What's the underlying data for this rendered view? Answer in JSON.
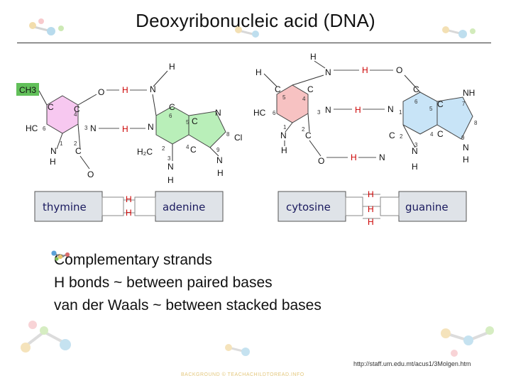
{
  "title": "Deoxyribonucleic acid (DNA)",
  "colors": {
    "thymine_ring": "#f7c8f0",
    "adenine_ring": "#b9efb9",
    "cytosine_ring": "#f7c2c2",
    "guanine_ring": "#c8e4f7",
    "bond_text": "#cc0000",
    "ch3_box": "#62c05a",
    "key_box": "#dfe3e8"
  },
  "molecules": {
    "ch3": "CH3",
    "labels": {
      "H": "H",
      "C": "C",
      "N": "N",
      "O": "O",
      "Cl": "Cl",
      "HC": "HC",
      "H2C": "H₂C",
      "NH": "NH"
    },
    "ring_numbers": [
      "1",
      "2",
      "3",
      "4",
      "5",
      "6",
      "7",
      "8",
      "9"
    ]
  },
  "key": {
    "thymine": "thymine",
    "adenine": "adenine",
    "cytosine": "cytosine",
    "guanine": "guanine",
    "h_bond": "H"
  },
  "bullets": [
    "Complementary strands",
    "H bonds ~ between paired bases",
    "van der Waals ~ between stacked bases"
  ],
  "url": "http://staff.um.edu.mt/acus1/3Molgen.htm",
  "credit": "BACKGROUND © TEACHACHILDTOREAD.INFO"
}
